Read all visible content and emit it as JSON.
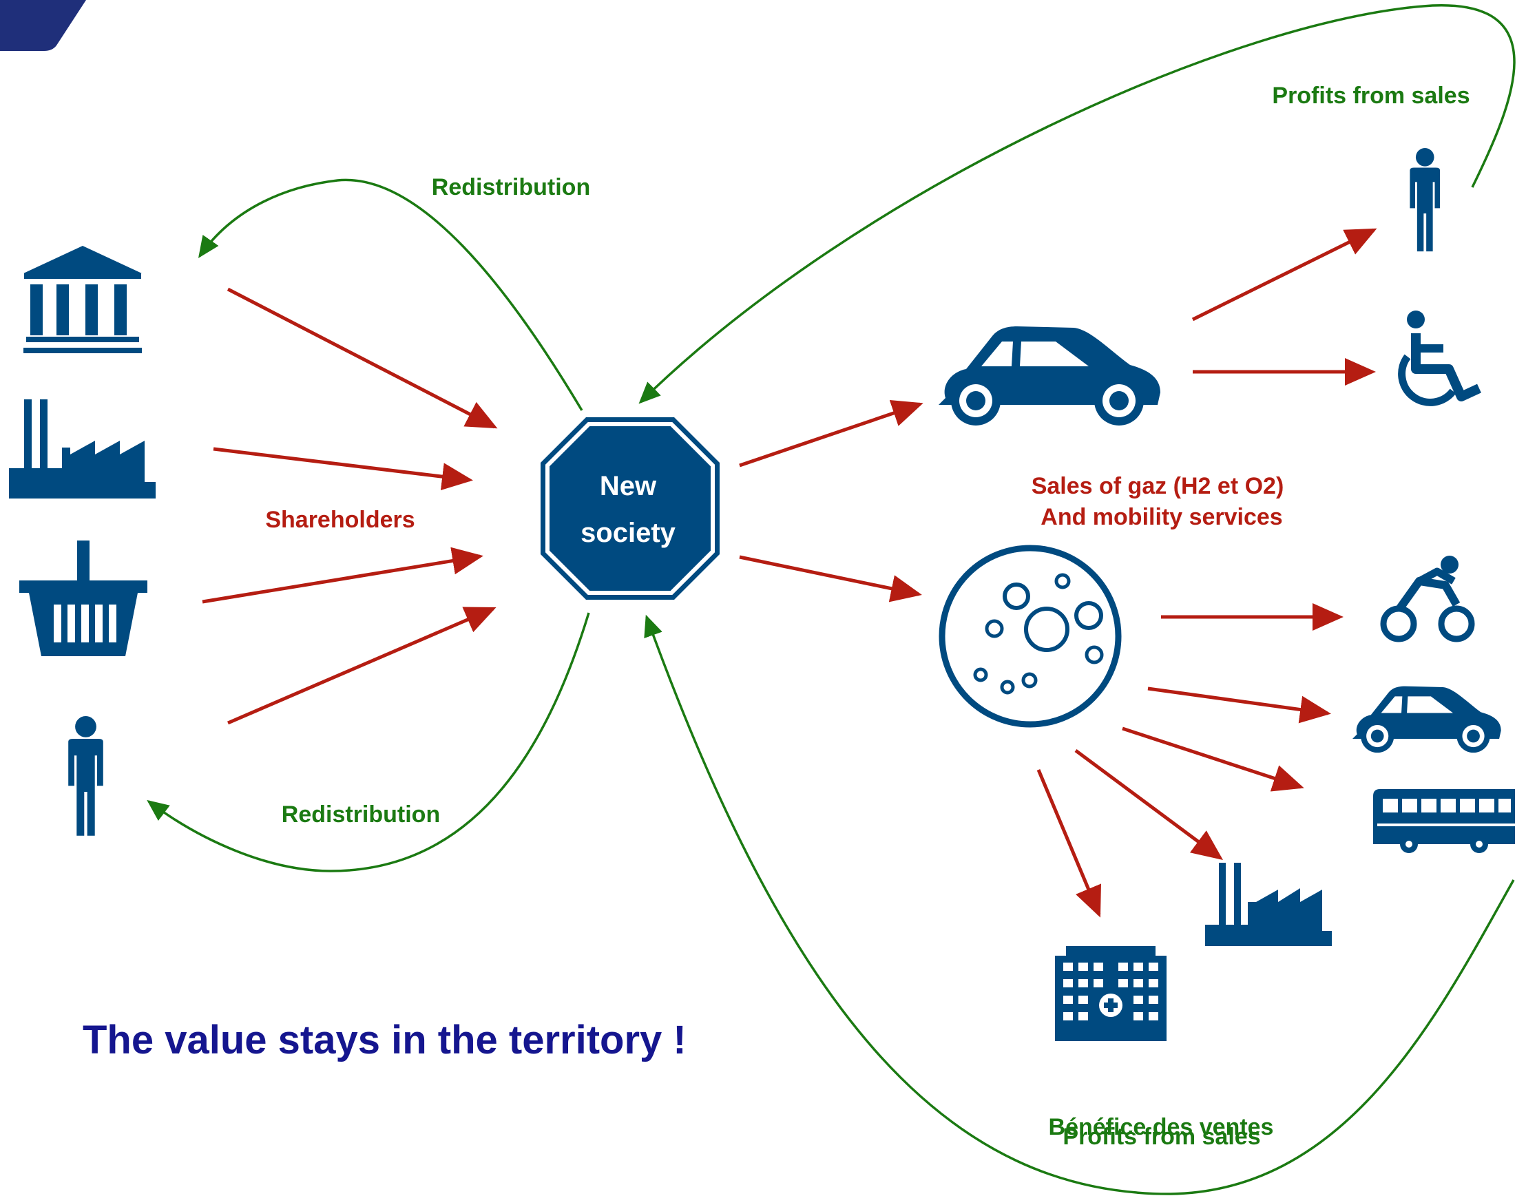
{
  "center": {
    "line1": "New",
    "line2": "society"
  },
  "labels": {
    "redistribution_top": "Redistribution",
    "redistribution_bottom": "Redistribution",
    "shareholders": "Shareholders",
    "sales_line1": "Sales of gaz (H2 et O2)",
    "sales_line2": "And mobility services",
    "profits_top": "Profits from sales",
    "benefice_fr": "Bénéfice des ventes",
    "profits_bottom": "Profits from sales"
  },
  "tagline": "The value stays in the territory !",
  "colors": {
    "icon": "#004a80",
    "flow_arrow": "#b51d12",
    "return_arrow": "#1b7a12",
    "tagline": "#15168f",
    "corner_tab": "#1f2f7a"
  },
  "icons": {
    "shareholders": [
      "bank-icon",
      "factory-icon",
      "shopping-basket-icon",
      "person-icon"
    ],
    "mobility": [
      "car-icon",
      "person-icon",
      "wheelchair-icon"
    ],
    "gas": [
      "gas-bubbles-icon",
      "bicycle-icon",
      "car-icon",
      "bus-icon",
      "factory-icon",
      "hospital-icon"
    ]
  }
}
